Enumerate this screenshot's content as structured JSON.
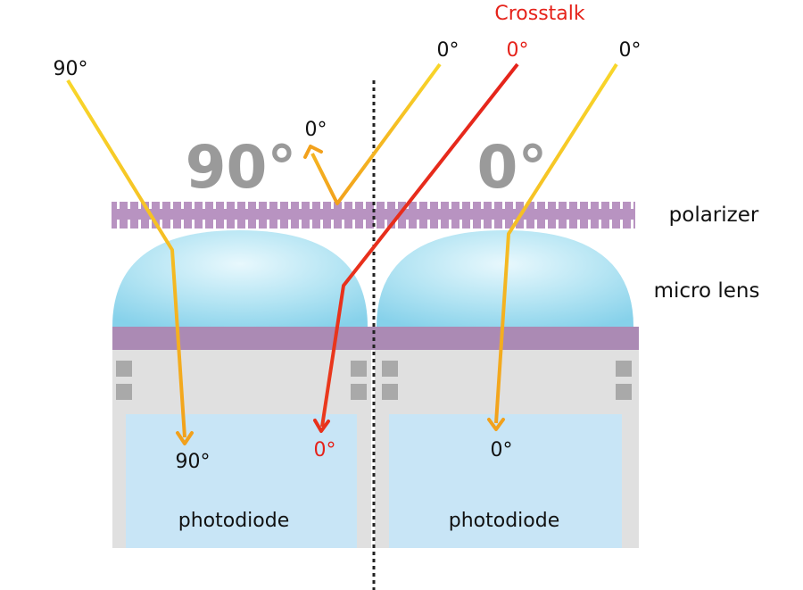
{
  "title": "Crosstalk",
  "colors": {
    "polarizer": "#b48fbf",
    "lens": "#9fdcef",
    "substrate": "#e2e2e2",
    "band": "#ac8bb5",
    "photodiode": "#c9e6f7",
    "ray_yellow": "#f6c623",
    "ray_orange": "#f3a21a",
    "ray_red": "#e8311b",
    "text": "#111111",
    "text_red": "#e5221a",
    "big_text": "#999999"
  },
  "pixels": [
    {
      "polarization_label": "90°",
      "photodiode_label": "photodiode"
    },
    {
      "polarization_label": "0°",
      "photodiode_label": "photodiode"
    }
  ],
  "layers": {
    "polarizer": "polarizer",
    "micro_lens": "micro lens"
  },
  "rays": [
    {
      "id": "ray-90",
      "incoming_label": "90°",
      "detected_label": "90°",
      "color": "yellow"
    },
    {
      "id": "ray-0-reflected",
      "incoming_label": "0°",
      "reflected_label": "0°",
      "color": "yellow"
    },
    {
      "id": "ray-crosstalk",
      "incoming_label": "0°",
      "detected_label": "0°",
      "color": "red"
    },
    {
      "id": "ray-0",
      "incoming_label": "0°",
      "detected_label": "0°",
      "color": "yellow"
    }
  ]
}
